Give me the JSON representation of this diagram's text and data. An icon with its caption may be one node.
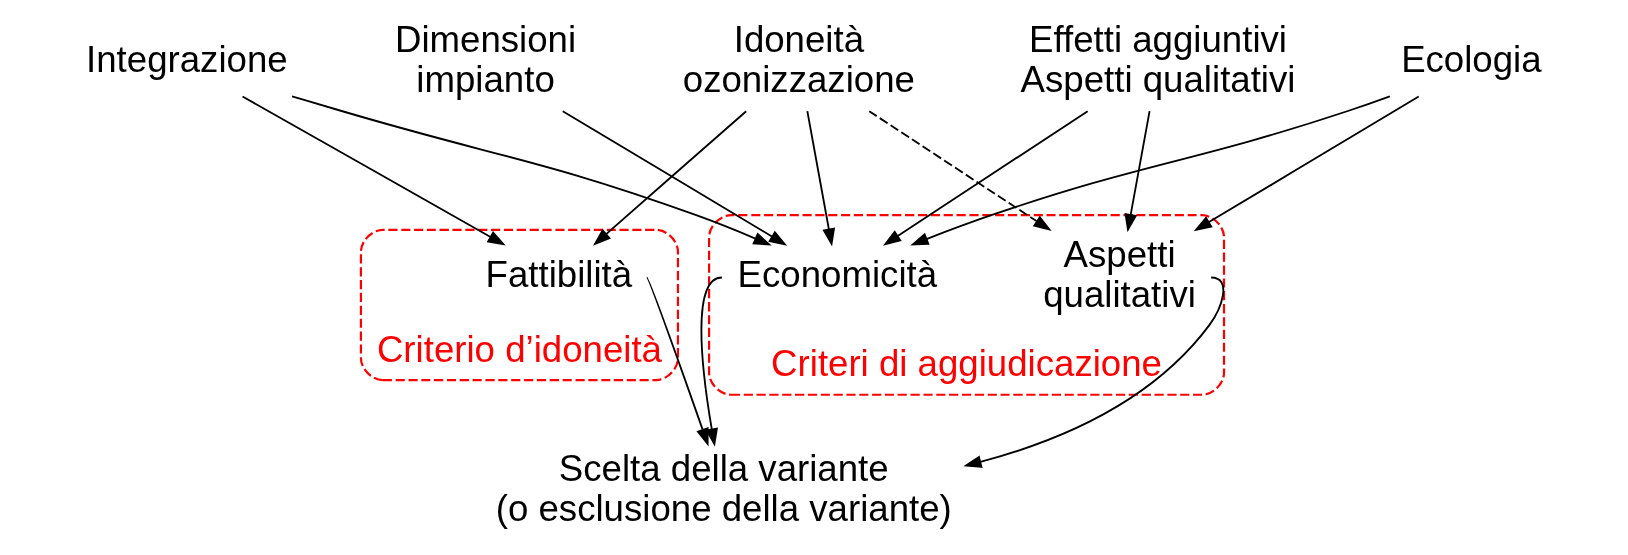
{
  "diagram": {
    "nodes": [
      {
        "text": [
          "Idoneità ozonizzazione"
        ]
      },
      {
        "text": [
          "Integrazione"
        ]
      },
      {
        "text": [
          "Dimensioni impianto"
        ]
      },
      {
        "text": [
          "Effetti aggiuntivi Aspetti qualitativi"
        ]
      },
      {
        "text": [
          "Ecologia"
        ]
      },
      {
        "text": [
          "Criterio d’idoneità"
        ]
      },
      {
        "text": [
          "Fattibilità"
        ],
        "in": 5
      },
      {
        "text": [
          "Criteri di aggiudicazione"
        ]
      },
      {
        "text": [
          "Economicità"
        ],
        "in": 7
      },
      {
        "text": [
          "Aspetti qualitativi"
        ],
        "in": 7
      },
      {
        "text": [
          "Scelta della variante (o esclusione della variante)"
        ]
      }
    ],
    "edges": [
      {
        "from": 0,
        "to": 6,
        "arrow": "to"
      },
      {
        "from": 0,
        "to": 8,
        "arrow": "to"
      },
      {
        "from": 0,
        "to": 9,
        "arrow": "to",
        "style": "dashed"
      },
      {
        "from": 1,
        "to": 6,
        "arrow": "to"
      },
      {
        "from": 1,
        "to": 8,
        "arrow": "to"
      },
      {
        "from": 2,
        "to": 8,
        "arrow": "to"
      },
      {
        "from": 3,
        "to": 8,
        "arrow": "to"
      },
      {
        "from": 3,
        "to": 9,
        "arrow": "to"
      },
      {
        "from": 4,
        "to": 8,
        "arrow": "to"
      },
      {
        "from": 4,
        "to": 9,
        "arrow": "to"
      },
      {
        "from": 6,
        "to": 10,
        "arrow": "to"
      },
      {
        "from": 8,
        "to": 10,
        "arrow": "to"
      },
      {
        "from": 9,
        "to": 10,
        "arrow": "to"
      }
    ]
  }
}
